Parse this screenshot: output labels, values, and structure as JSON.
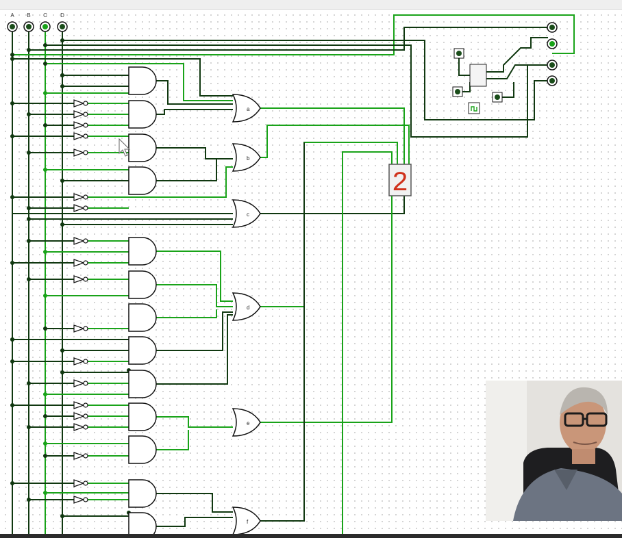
{
  "inputs": [
    {
      "label": "A"
    },
    {
      "label": "B"
    },
    {
      "label": "C"
    },
    {
      "label": "D"
    }
  ],
  "or_gates": [
    {
      "label": "a"
    },
    {
      "label": "b"
    },
    {
      "label": "c"
    },
    {
      "label": "d"
    },
    {
      "label": "e"
    },
    {
      "label": "f"
    }
  ],
  "seven_segment": {
    "digit": "2",
    "color": "#d0321c"
  },
  "colors": {
    "wire_on": "#19a319",
    "wire_off": "#103810",
    "gate": "#000000"
  },
  "icons": [
    "input-pin-icon",
    "and-gate-icon",
    "or-gate-icon",
    "not-gate-icon",
    "seven-segment-display-icon",
    "counter-icon",
    "clock-icon",
    "output-pin-icon",
    "mouse-cursor-icon",
    "webcam-presenter"
  ]
}
